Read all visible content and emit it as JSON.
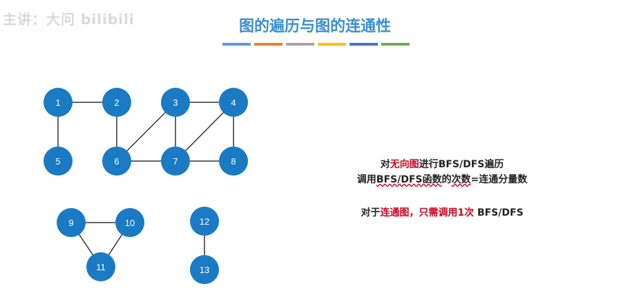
{
  "watermark": "主讲：大问 bilibili",
  "title": "图的遍历与图的连通性",
  "colors": {
    "node": "#1a7ac4",
    "bars": [
      "#5b9bd5",
      "#ed7d31",
      "#a5a5a5",
      "#ffc000",
      "#4472c4",
      "#70ad47"
    ]
  },
  "graph": {
    "nodes": [
      "1",
      "2",
      "3",
      "4",
      "5",
      "6",
      "7",
      "8",
      "9",
      "10",
      "11",
      "12",
      "13"
    ],
    "edges": [
      [
        "1",
        "2"
      ],
      [
        "1",
        "5"
      ],
      [
        "2",
        "6"
      ],
      [
        "3",
        "4"
      ],
      [
        "3",
        "6"
      ],
      [
        "3",
        "7"
      ],
      [
        "4",
        "7"
      ],
      [
        "4",
        "8"
      ],
      [
        "6",
        "7"
      ],
      [
        "7",
        "8"
      ],
      [
        "9",
        "10"
      ],
      [
        "9",
        "11"
      ],
      [
        "10",
        "11"
      ],
      [
        "12",
        "13"
      ]
    ]
  },
  "text": {
    "line1": {
      "a": "对",
      "b": "无向图",
      "c": "进行BFS/DFS遍历"
    },
    "line2": {
      "a": "调用",
      "b": "BFS/DFS函数",
      "c": "的",
      "d": "次数",
      "e": "=连通分量数"
    },
    "line3": {
      "a": "对于",
      "b": "连通图，只需调用1次",
      "c": " BFS/DFS"
    }
  }
}
